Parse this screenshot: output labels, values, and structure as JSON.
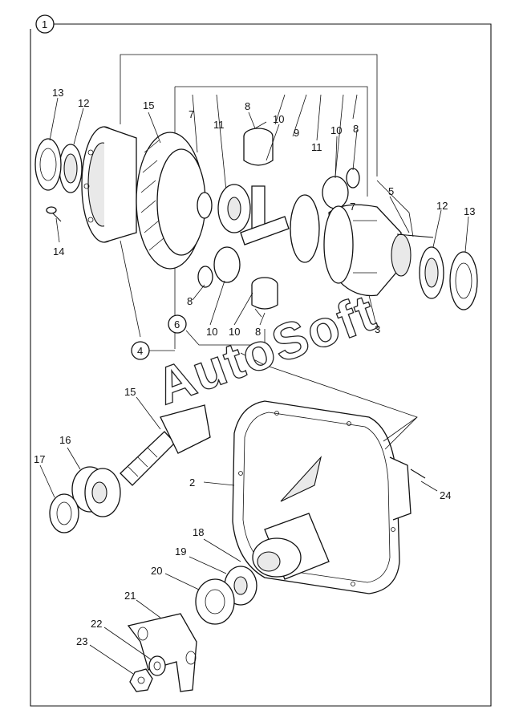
{
  "watermark": "AutoSoft",
  "group_labels": {
    "g1": "1",
    "g4": "4",
    "g6": "6"
  },
  "part_labels": {
    "p2": "2",
    "p3": "3",
    "p5": "5",
    "p7a": "7",
    "p7b": "7",
    "p8a": "8",
    "p8b": "8",
    "p8c": "8",
    "p8d": "8",
    "p9": "9",
    "p10a": "10",
    "p10b": "10",
    "p10c": "10",
    "p10d": "10",
    "p11a": "11",
    "p11b": "11",
    "p12a": "12",
    "p12b": "12",
    "p13a": "13",
    "p13b": "13",
    "p14": "14",
    "p15a": "15",
    "p15b": "15",
    "p16": "16",
    "p17": "17",
    "p18": "18",
    "p19": "19",
    "p20": "20",
    "p21": "21",
    "p22": "22",
    "p23": "23",
    "p24": "24"
  }
}
